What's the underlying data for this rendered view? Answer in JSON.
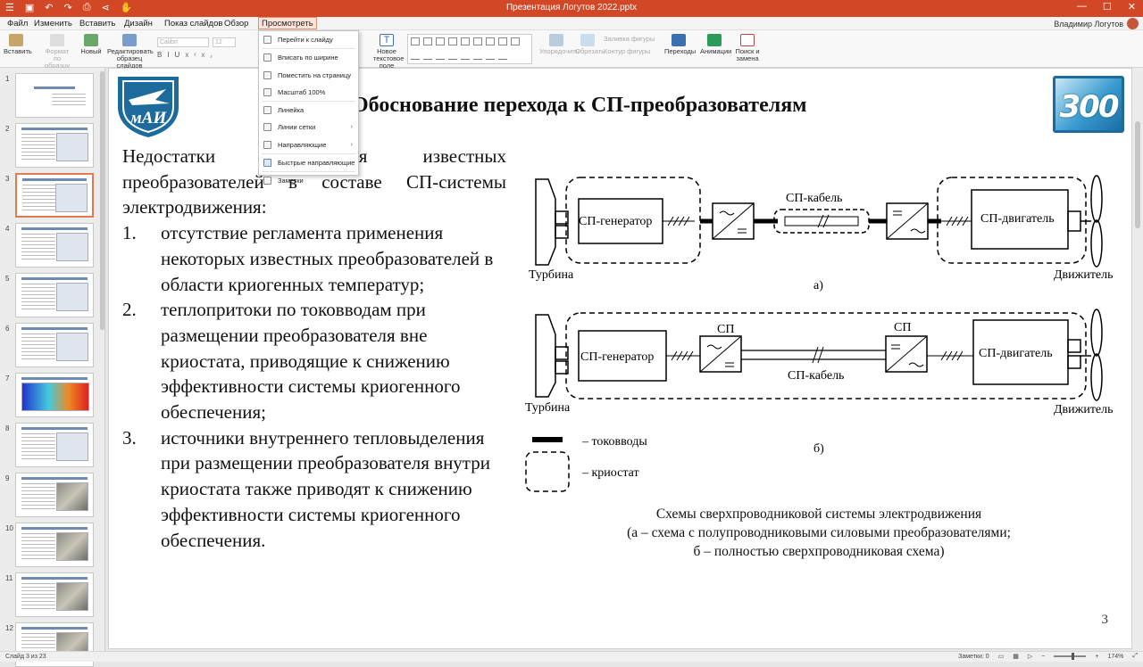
{
  "window": {
    "title": "Презентация Логутов 2022.pptx"
  },
  "menu": {
    "items": [
      "Файл",
      "Изменить",
      "Вставить",
      "Дизайн",
      "Показ слайдов",
      "Обзор",
      "Просмотреть"
    ],
    "user": "Владимир Логутов"
  },
  "ribbon": {
    "insert": "Вставить",
    "format": "Формат по образцу",
    "new": "Новый",
    "edit_master": "Редактировать образец слайдов",
    "font": "Calibri",
    "size": "12",
    "new_textbox": "Новое текстовое поле",
    "arrange": "Упорядочить",
    "crop": "Обрезать",
    "fill": "Заливка фигуры",
    "outline": "Контур фигуры",
    "transitions": "Переходы",
    "animations": "Анимации",
    "find": "Поиск и замена"
  },
  "view_menu": {
    "items": [
      {
        "label": "Перейти к слайду",
        "arrow": false
      },
      {
        "label": "Вписать по ширине",
        "arrow": false
      },
      {
        "label": "Поместить на страницу",
        "arrow": false
      },
      {
        "label": "Масштаб 100%",
        "arrow": false
      },
      {
        "label": "Линейка",
        "arrow": false
      },
      {
        "label": "Линии сетки",
        "arrow": true
      },
      {
        "label": "Направляющие",
        "arrow": true
      },
      {
        "label": "Быстрые направляющие",
        "arrow": false
      },
      {
        "label": "Заметки",
        "arrow": false
      }
    ]
  },
  "thumbnails": [
    "1",
    "2",
    "3",
    "4",
    "5",
    "6",
    "7",
    "8",
    "9",
    "10",
    "11",
    "12"
  ],
  "selected_slide": "3",
  "slide": {
    "title": "Обоснование перехода к СП-преобразователям",
    "intro": "Недостатки применения известных преобразователей в составе СП-системы электродвижения:",
    "list": [
      {
        "n": "1.",
        "text": "отсутствие регламента применения некоторых известных преобразователей в области криогенных температур;"
      },
      {
        "n": "2.",
        "text": "теплопритоки по токовводам при размещении преобразователя вне криостата, приводящие к снижению эффективности системы криогенного обеспечения;"
      },
      {
        "n": "3.",
        "text": "источники внутреннего тепловыделения при размещении преобразователя внутри криостата также приводят к снижению эффективности системы криогенного обеспечения."
      }
    ],
    "logo_left": "мАИ",
    "logo_right": "300",
    "diagram": {
      "a_label": "а)",
      "b_label": "б)",
      "turbine": "Турбина",
      "mover": "Движитель",
      "generator": "СП-генератор",
      "motor": "СП-двигатель",
      "cable": "СП-кабель",
      "sp": "СП",
      "legend_leads": "– токовводы",
      "legend_cryostat": "– криостат"
    },
    "caption": [
      "Схемы сверхпроводниковой системы электродвижения",
      "(а – схема с полупроводниковыми силовыми преобразователями;",
      "б – полностью сверхпроводниковая схема)"
    ],
    "page_number": "3"
  },
  "status": {
    "slide_info": "Слайд 3 из 23",
    "notes": "Заметки: 0",
    "zoom": "174%"
  },
  "colors": {
    "accent": "#d24726",
    "logo_blue": "#1d6a9c"
  }
}
